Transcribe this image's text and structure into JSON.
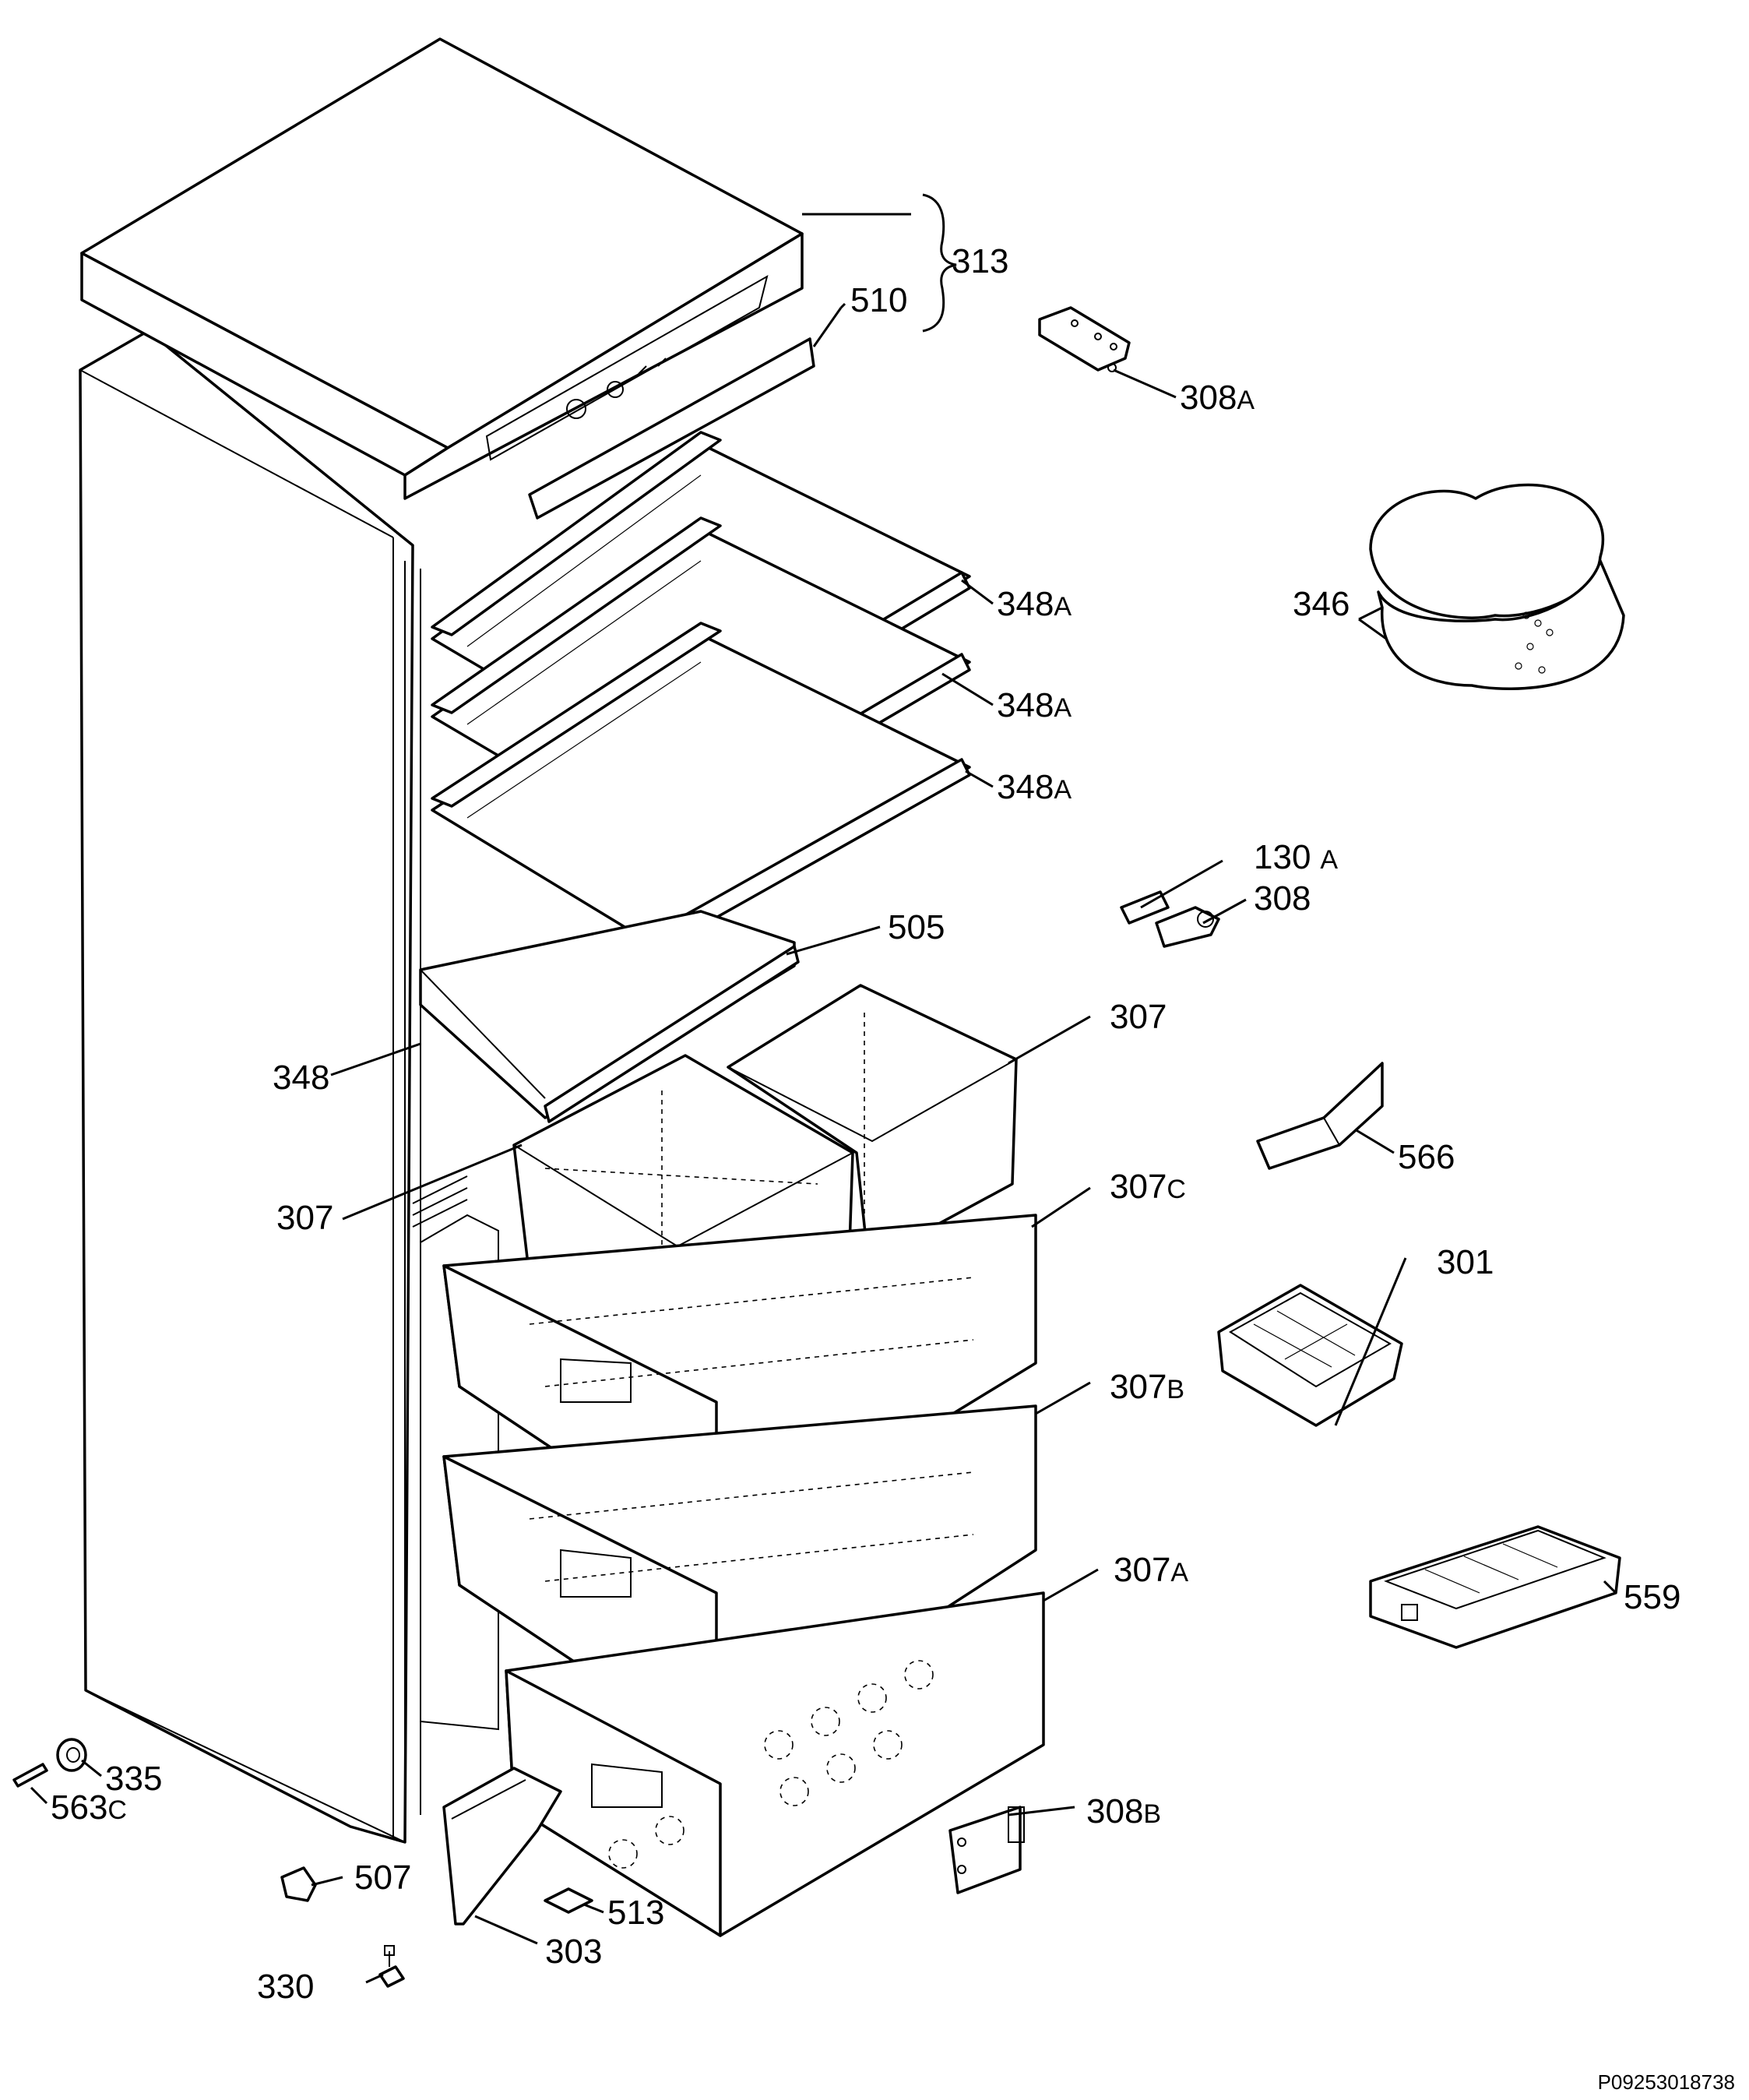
{
  "diagram": {
    "reference_code": "P09253018738",
    "labels": [
      {
        "id": "313",
        "num": "313",
        "suffix": ""
      },
      {
        "id": "510",
        "num": "510",
        "suffix": ""
      },
      {
        "id": "308a",
        "num": "308",
        "suffix": "A"
      },
      {
        "id": "346",
        "num": "346",
        "suffix": ""
      },
      {
        "id": "348a-1",
        "num": "348",
        "suffix": "A"
      },
      {
        "id": "348a-2",
        "num": "348",
        "suffix": "A"
      },
      {
        "id": "348a-3",
        "num": "348",
        "suffix": "A"
      },
      {
        "id": "130a",
        "num": "130",
        "suffix": "A"
      },
      {
        "id": "308",
        "num": "308",
        "suffix": ""
      },
      {
        "id": "505",
        "num": "505",
        "suffix": ""
      },
      {
        "id": "307-right",
        "num": "307",
        "suffix": ""
      },
      {
        "id": "348",
        "num": "348",
        "suffix": ""
      },
      {
        "id": "566",
        "num": "566",
        "suffix": ""
      },
      {
        "id": "307-left",
        "num": "307",
        "suffix": ""
      },
      {
        "id": "307c",
        "num": "307",
        "suffix": "C"
      },
      {
        "id": "301",
        "num": "301",
        "suffix": ""
      },
      {
        "id": "307b",
        "num": "307",
        "suffix": "B"
      },
      {
        "id": "559",
        "num": "559",
        "suffix": ""
      },
      {
        "id": "307a",
        "num": "307",
        "suffix": "A"
      },
      {
        "id": "335",
        "num": "335",
        "suffix": ""
      },
      {
        "id": "563c",
        "num": "563",
        "suffix": "C"
      },
      {
        "id": "308b",
        "num": "308",
        "suffix": "B"
      },
      {
        "id": "507",
        "num": "507",
        "suffix": ""
      },
      {
        "id": "513",
        "num": "513",
        "suffix": ""
      },
      {
        "id": "330",
        "num": "330",
        "suffix": ""
      },
      {
        "id": "303",
        "num": "303",
        "suffix": ""
      }
    ]
  }
}
